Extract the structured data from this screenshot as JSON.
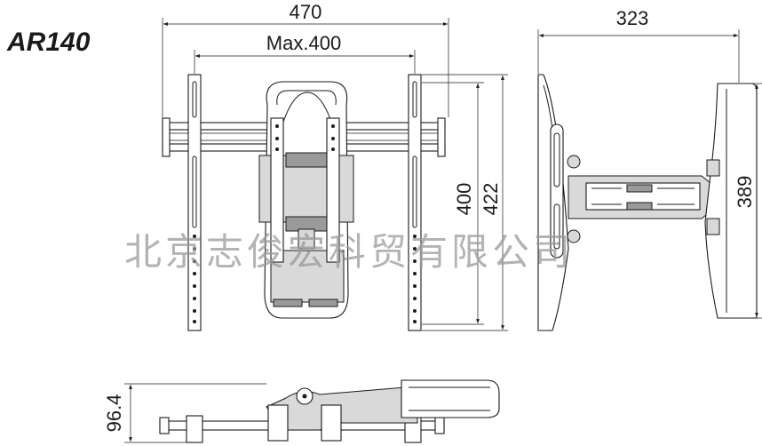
{
  "model_label": "AR140",
  "watermark": "北京志俊宏科贸有限公司",
  "front_view": {
    "overall_width": "470",
    "max_vesa": "Max.400",
    "rail_vesa_height": "400",
    "overall_height": "422"
  },
  "side_view": {
    "depth": "323",
    "height": "389"
  },
  "top_view": {
    "min_depth": "96.4"
  }
}
